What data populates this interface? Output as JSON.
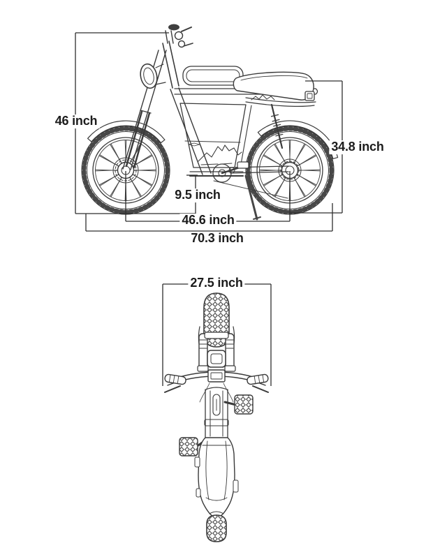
{
  "page": {
    "background_color": "#ffffff",
    "line_color": "#3a3a3a",
    "dimension_line_color": "#2e2e2e",
    "text_color": "#1c1c1c"
  },
  "views": {
    "side_view_label": "bike-side-view-drawing",
    "front_view_label": "bike-front-view-drawing"
  },
  "dimensions": {
    "overall_height": {
      "value": 46,
      "unit": "inch",
      "label": "46 inch"
    },
    "seat_height": {
      "value": 34.8,
      "unit": "inch",
      "label": "34.8 inch"
    },
    "ground_clearance": {
      "value": 9.5,
      "unit": "inch",
      "label": "9.5 inch"
    },
    "wheelbase": {
      "value": 46.6,
      "unit": "inch",
      "label": "46.6 inch"
    },
    "overall_length": {
      "value": 70.3,
      "unit": "inch",
      "label": "70.3 inch"
    },
    "handlebar_width": {
      "value": 27.5,
      "unit": "inch",
      "label": "27.5 inch"
    }
  }
}
